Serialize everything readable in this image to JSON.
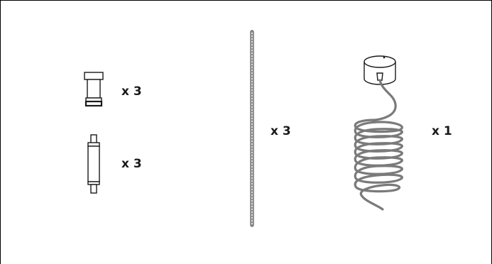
{
  "parts": [
    {
      "name": "cap-connector",
      "quantity_label": "x 3"
    },
    {
      "name": "cylinder-spacer",
      "quantity_label": "x 3"
    },
    {
      "name": "suspension-cable",
      "quantity_label": "x 3"
    },
    {
      "name": "ceiling-canopy-with-coiled-cord",
      "quantity_label": "x 1"
    }
  ],
  "colors": {
    "outline": "#1a1a1a",
    "cord": "#7a7a7a",
    "cable": "#6e6e6e",
    "border": "#000000"
  }
}
